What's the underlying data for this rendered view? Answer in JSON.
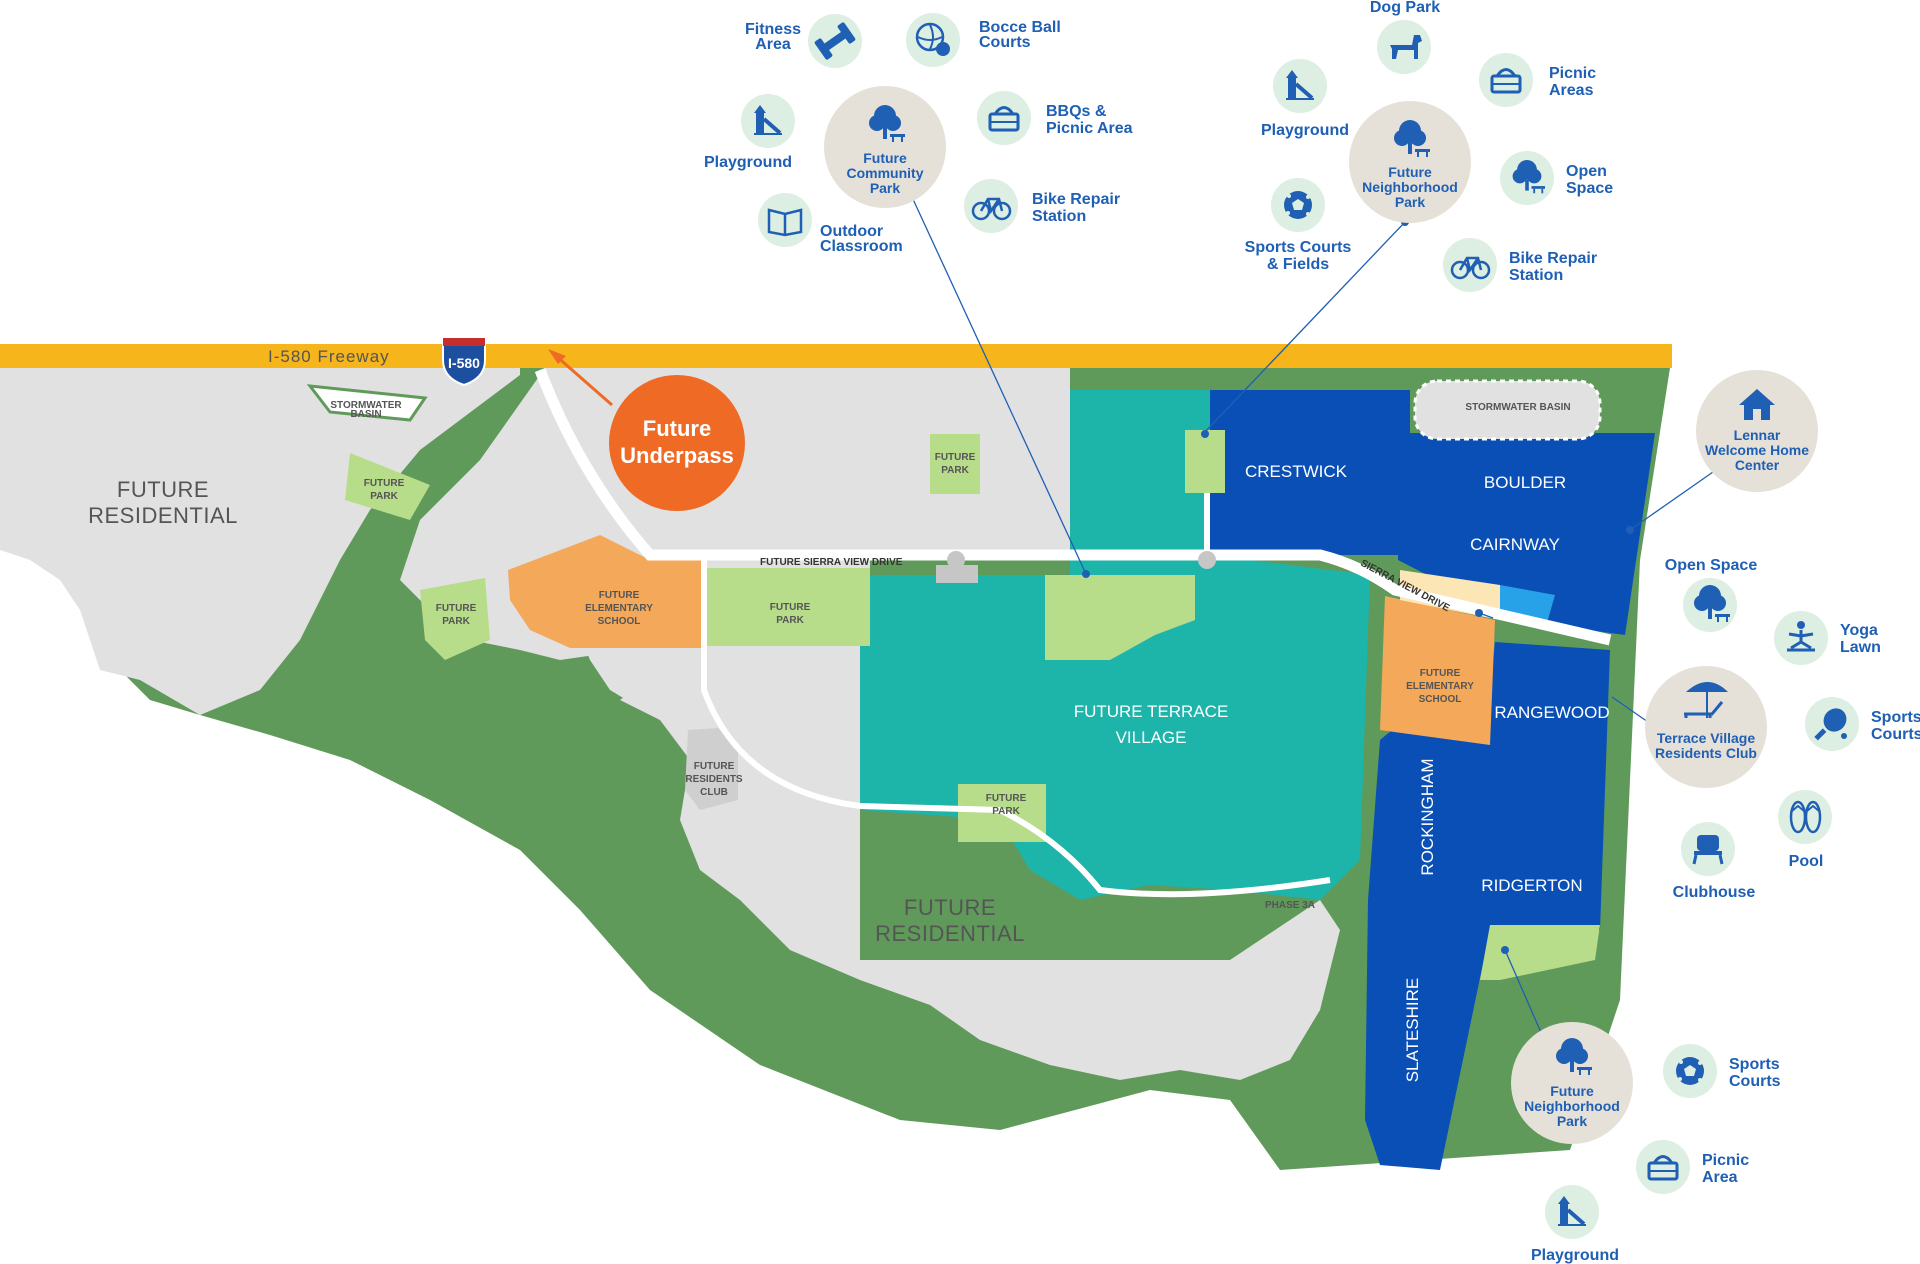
{
  "freeway": {
    "label": "I-580 Freeway",
    "shield": "I-580",
    "color": "#f5b51b"
  },
  "underpass": {
    "line1": "Future",
    "line2": "Underpass",
    "color": "#ef6a24"
  },
  "roads": {
    "future_sierra_view": "FUTURE SIERRA VIEW DRIVE",
    "sierra_view": "SIERRA VIEW DRIVE"
  },
  "areas": {
    "future_residential_west": [
      "FUTURE",
      "RESIDENTIAL"
    ],
    "future_residential_south": [
      "FUTURE",
      "RESIDENTIAL"
    ],
    "terrace_village": [
      "FUTURE TERRACE",
      "VILLAGE"
    ],
    "school_west": [
      "FUTURE",
      "ELEMENTARY",
      "SCHOOL"
    ],
    "school_east": [
      "FUTURE",
      "ELEMENTARY",
      "SCHOOL"
    ],
    "residents_club": [
      "FUTURE",
      "RESIDENTS",
      "CLUB"
    ],
    "stormwater_west": [
      "STORMWATER",
      "BASIN"
    ],
    "stormwater_east": "STORMWATER BASIN",
    "park_label": [
      "FUTURE",
      "PARK"
    ],
    "phase": "PHASE 3A"
  },
  "neighborhoods": {
    "crestwick": "CRESTWICK",
    "boulder": "BOULDER",
    "cairnway": "CAIRNWAY",
    "rangewood": "RANGEWOOD",
    "rockingham": "ROCKINGHAM",
    "ridgerton": "RIDGERTON",
    "slateshire": "SLATESHIRE"
  },
  "hubs": {
    "community_park": [
      "Future",
      "Community",
      "Park"
    ],
    "neighborhood_park_north": [
      "Future",
      "Neighborhood",
      "Park"
    ],
    "welcome_center": [
      "Lennar",
      "Welcome Home",
      "Center"
    ],
    "residents_club": [
      "Terrace Village",
      "Residents Club"
    ],
    "neighborhood_park_south": [
      "Future",
      "Neighborhood",
      "Park"
    ]
  },
  "amenities": {
    "cp_fitness": [
      "Fitness",
      "Area"
    ],
    "cp_bocce": [
      "Bocce Ball",
      "Courts"
    ],
    "cp_bbq": [
      "BBQs &",
      "Picnic Area"
    ],
    "cp_bike": [
      "Bike Repair",
      "Station"
    ],
    "cp_playground": [
      "Playground"
    ],
    "cp_classroom": [
      "Outdoor",
      "Classroom"
    ],
    "np_dog": [
      "Dog Park"
    ],
    "np_playground": [
      "Playground"
    ],
    "np_picnic": [
      "Picnic",
      "Areas"
    ],
    "np_open": [
      "Open",
      "Space"
    ],
    "np_sports": [
      "Sports Courts",
      "& Fields"
    ],
    "np_bike": [
      "Bike Repair",
      "Station"
    ],
    "tv_open": [
      "Open Space"
    ],
    "tv_yoga": [
      "Yoga",
      "Lawn"
    ],
    "tv_sports": [
      "Sports",
      "Courts"
    ],
    "tv_pool": [
      "Pool"
    ],
    "tv_clubhouse": [
      "Clubhouse"
    ],
    "sp_sports": [
      "Sports",
      "Courts"
    ],
    "sp_picnic": [
      "Picnic",
      "Area"
    ],
    "sp_playground": [
      "Playground"
    ]
  },
  "colors": {
    "green_border": "#5f9a5a",
    "gray": "#e1e1e1",
    "teal": "#1db4aa",
    "blue": "#0a4fb5",
    "light_green": "#b7dc8a",
    "orange": "#f4a85a",
    "amenity_circle": "#ddeee2",
    "hub_circle": "#e6e1d8",
    "icon_blue": "#1f5fb4"
  },
  "icons": [
    "dumbbell-icon",
    "ball-icon",
    "picnic-basket-icon",
    "bike-icon",
    "playground-icon",
    "book-icon",
    "tree-bench-icon",
    "dog-icon",
    "house-icon",
    "yoga-icon",
    "paddle-icon",
    "flipflops-icon",
    "chair-icon",
    "lounger-icon",
    "soccer-ball-icon"
  ]
}
